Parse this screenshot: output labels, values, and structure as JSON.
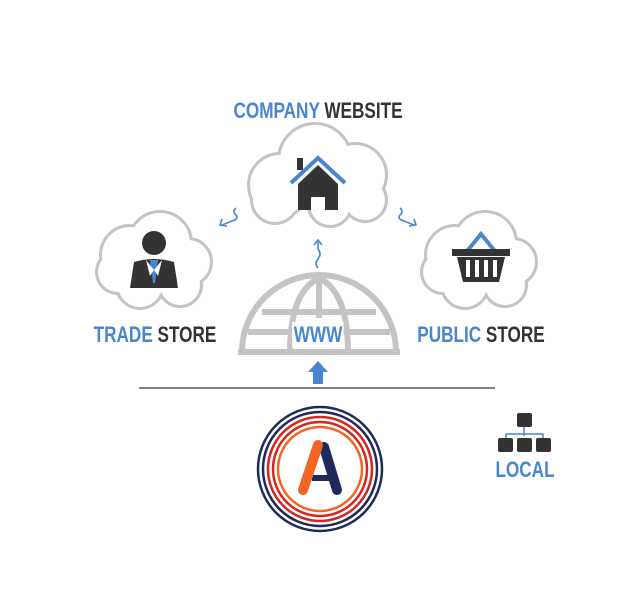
{
  "nodes": {
    "company_website": {
      "part1": "COMPANY",
      "part2": "WEBSITE"
    },
    "trade_store": {
      "part1": "TRADE",
      "part2": "STORE"
    },
    "public_store": {
      "part1": "PUBLIC",
      "part2": "STORE"
    },
    "www": {
      "label": "WWW"
    },
    "local": {
      "label": "LOCAL"
    }
  },
  "colors": {
    "accent": "#4a86cf",
    "dark": "#333333",
    "cloud": "#c4c4c4",
    "logo_orange": "#f26522",
    "logo_navy": "#1f2a5c",
    "logo_red": "#d7261e"
  }
}
